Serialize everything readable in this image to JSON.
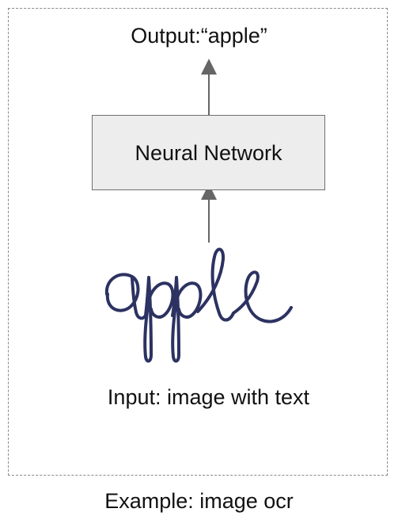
{
  "diagram": {
    "output_label": "Output:“apple”",
    "model_label": "Neural Network",
    "handwritten_word": "apple",
    "input_label": "Input: image with text",
    "caption": "Example: image ocr"
  },
  "colors": {
    "frame_dash": "#8a8a8a",
    "box_fill": "#ededed",
    "box_stroke": "#6f6f6f",
    "arrow": "#666666",
    "handwriting_ink": "#2c3261"
  }
}
